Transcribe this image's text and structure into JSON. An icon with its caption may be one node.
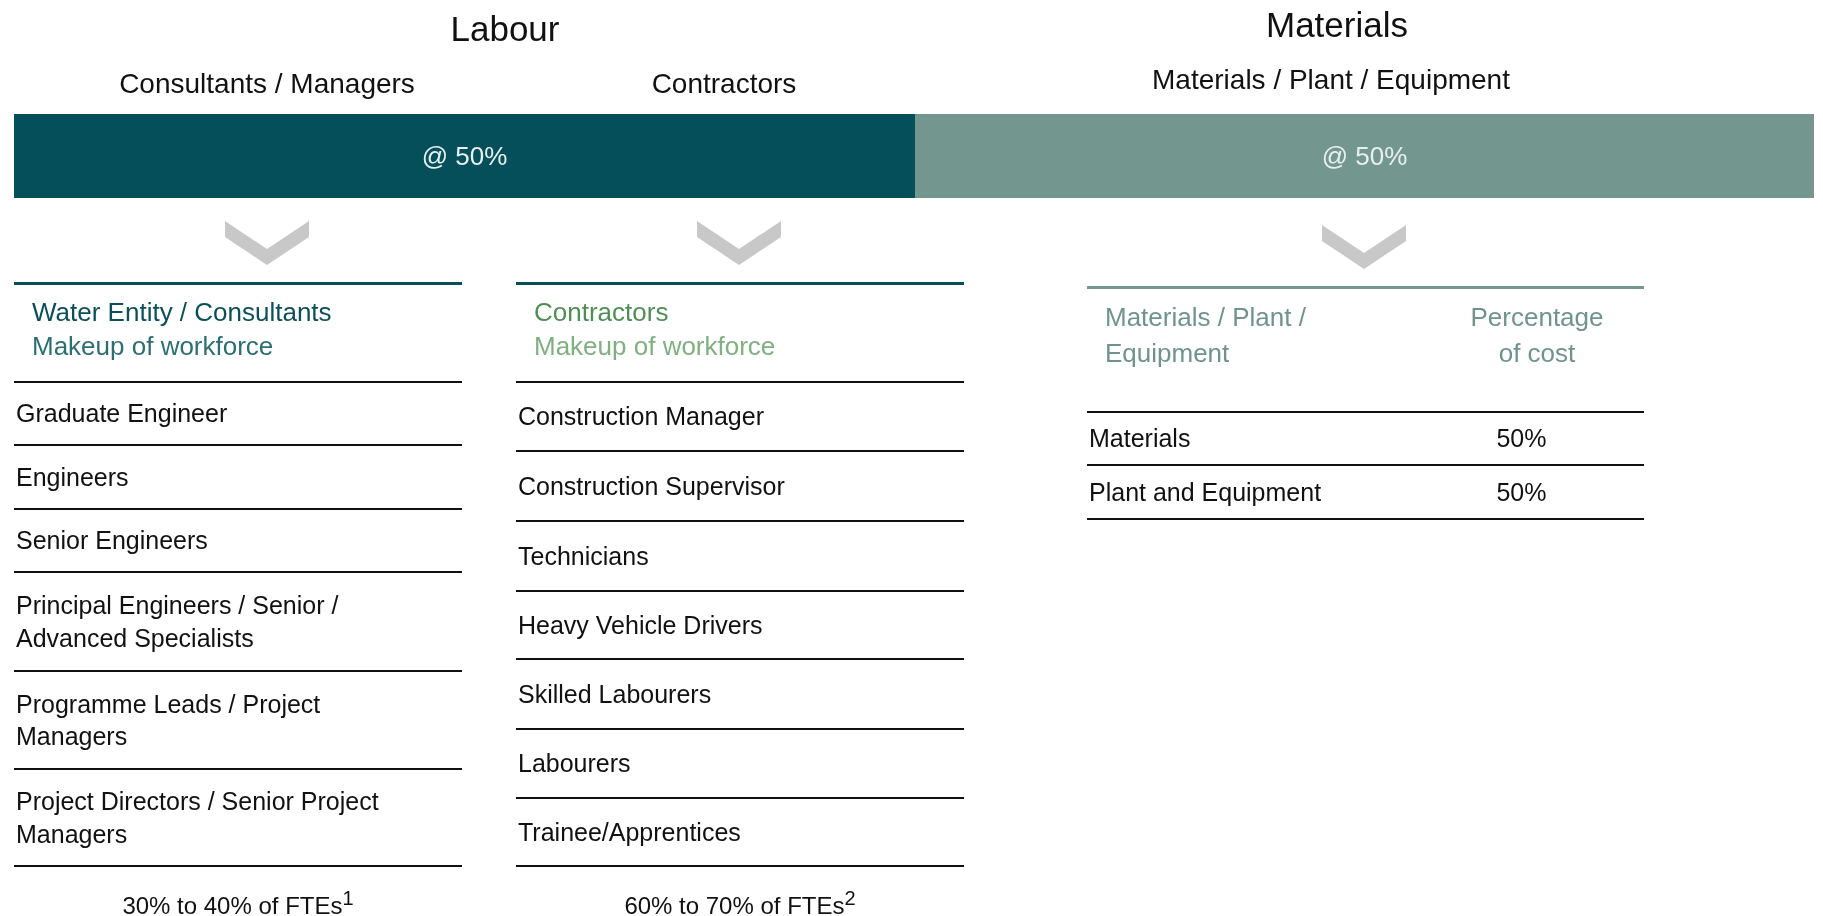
{
  "diagram": {
    "nodes": [
      {
        "text": [
          "@ 50%"
        ]
      },
      {
        "text": [
          "@ 50%"
        ]
      },
      {
        "text": [
          "Water Entity / Consultants",
          "Makeup of workforce"
        ]
      },
      {
        "text": [
          "Contractors",
          "Makeup of workforce"
        ]
      },
      {
        "text": [
          "Materials / Plant / Equipment",
          "Percentage of cost"
        ]
      }
    ],
    "edges": [
      {
        "from": 0,
        "to": 2,
        "arrow": "to",
        "color": "#c8c8c8"
      },
      {
        "from": 0,
        "to": 3,
        "arrow": "to",
        "color": "#c8c8c8"
      },
      {
        "from": 1,
        "to": 4,
        "arrow": "to",
        "color": "#c8c8c8"
      }
    ],
    "labels": [
      "Labour",
      "Materials",
      "Consultants / Managers",
      "Contractors",
      "Materials / Plant / Equipment",
      "Graduate Engineer",
      "Engineers",
      "Senior Engineers",
      "Principal Engineers / Senior / Advanced Specialists",
      "Programme Leads / Project Managers",
      "Project Directors / Senior Project Managers",
      "Construction Manager",
      "Construction Supervisor",
      "Technicians",
      "Heavy Vehicle Drivers",
      "Skilled Labourers",
      "Labourers",
      "Trainee/Apprentices",
      "Materials",
      "50%",
      "Plant and Equipment",
      "50%",
      "30% to 40% of FTEs$^{1}$",
      "60% to 70% of FTEs$^{2}$"
    ]
  }
}
